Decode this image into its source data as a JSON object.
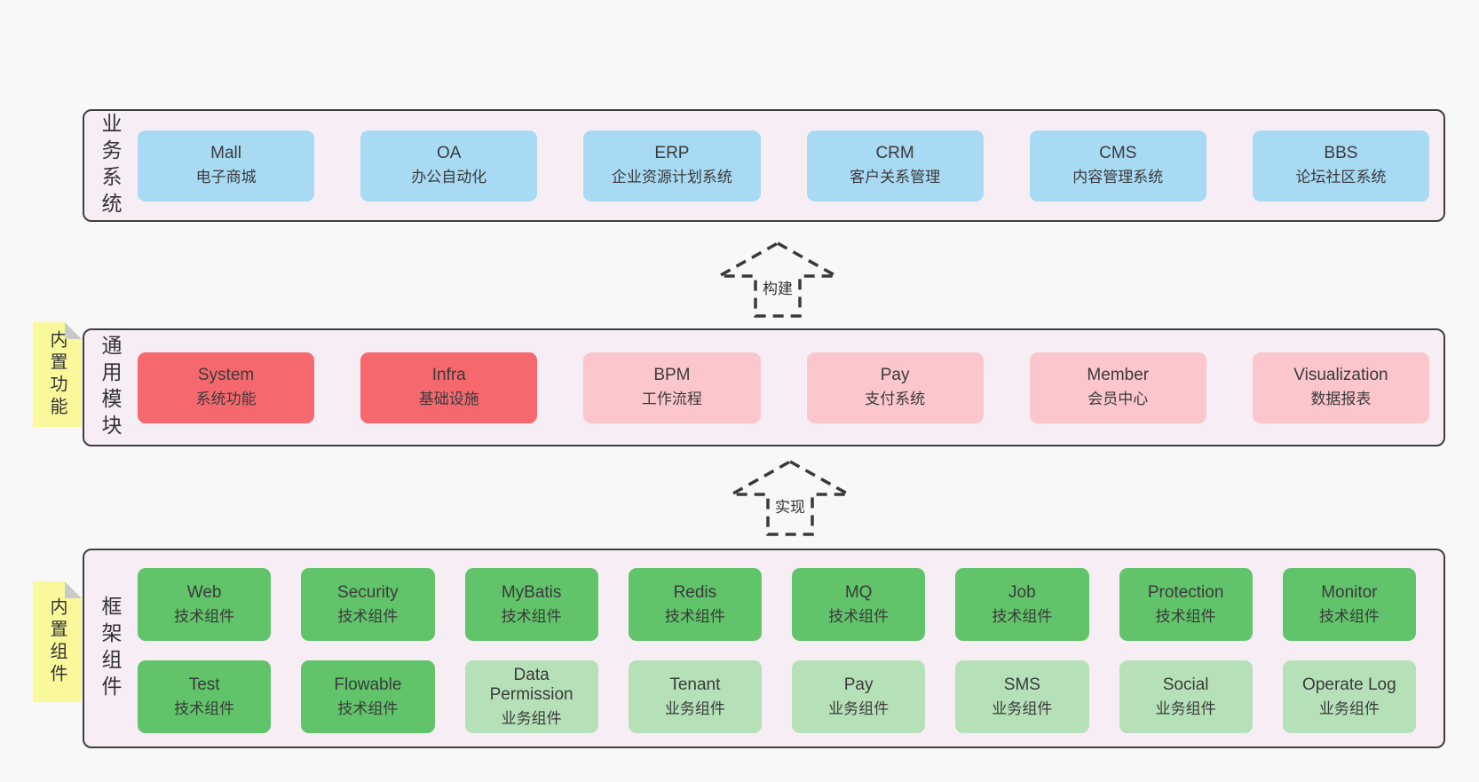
{
  "diagram": {
    "layers": {
      "business": {
        "title": "业务系统",
        "boxes": [
          {
            "name": "Mall",
            "desc": "电子商城",
            "variant": "blue"
          },
          {
            "name": "OA",
            "desc": "办公自动化",
            "variant": "blue"
          },
          {
            "name": "ERP",
            "desc": "企业资源计划系统",
            "variant": "blue"
          },
          {
            "name": "CRM",
            "desc": "客户关系管理",
            "variant": "blue"
          },
          {
            "name": "CMS",
            "desc": "内容管理系统",
            "variant": "blue"
          },
          {
            "name": "BBS",
            "desc": "论坛社区系统",
            "variant": "blue"
          }
        ]
      },
      "common": {
        "title": "通用模块",
        "sticky": "内置功能",
        "boxes": [
          {
            "name": "System",
            "desc": "系统功能",
            "variant": "red"
          },
          {
            "name": "Infra",
            "desc": "基础设施",
            "variant": "red"
          },
          {
            "name": "BPM",
            "desc": "工作流程",
            "variant": "pink"
          },
          {
            "name": "Pay",
            "desc": "支付系统",
            "variant": "pink"
          },
          {
            "name": "Member",
            "desc": "会员中心",
            "variant": "pink"
          },
          {
            "name": "Visualization",
            "desc": "数据报表",
            "variant": "pink"
          }
        ]
      },
      "framework": {
        "title": "框架组件",
        "sticky": "内置组件",
        "row1": [
          {
            "name": "Web",
            "desc": "技术组件",
            "variant": "green"
          },
          {
            "name": "Security",
            "desc": "技术组件",
            "variant": "green"
          },
          {
            "name": "MyBatis",
            "desc": "技术组件",
            "variant": "green"
          },
          {
            "name": "Redis",
            "desc": "技术组件",
            "variant": "green"
          },
          {
            "name": "MQ",
            "desc": "技术组件",
            "variant": "green"
          },
          {
            "name": "Job",
            "desc": "技术组件",
            "variant": "green"
          },
          {
            "name": "Protection",
            "desc": "技术组件",
            "variant": "green"
          },
          {
            "name": "Monitor",
            "desc": "技术组件",
            "variant": "green"
          }
        ],
        "row2": [
          {
            "name": "Test",
            "desc": "技术组件",
            "variant": "green"
          },
          {
            "name": "Flowable",
            "desc": "技术组件",
            "variant": "green"
          },
          {
            "name": "Data Permission",
            "desc": "业务组件",
            "variant": "lightgreen"
          },
          {
            "name": "Tenant",
            "desc": "业务组件",
            "variant": "lightgreen"
          },
          {
            "name": "Pay",
            "desc": "业务组件",
            "variant": "lightgreen"
          },
          {
            "name": "SMS",
            "desc": "业务组件",
            "variant": "lightgreen"
          },
          {
            "name": "Social",
            "desc": "业务组件",
            "variant": "lightgreen"
          },
          {
            "name": "Operate Log",
            "desc": "业务组件",
            "variant": "lightgreen"
          }
        ]
      }
    },
    "arrows": [
      {
        "label": "构建"
      },
      {
        "label": "实现"
      }
    ],
    "colors": {
      "page_bg": "#f8f8f8",
      "layer_bg": "#f7edf5",
      "layer_border": "#3f3f3f",
      "blue": "#a8daf4",
      "red": "#f5696e",
      "pink": "#fcc6cd",
      "green": "#61c46a",
      "light_green": "#b6e1b8",
      "sticky_yellow": "#f9f99c",
      "fold_gray": "#c9c9c9",
      "text": "#3a3a3a"
    }
  }
}
